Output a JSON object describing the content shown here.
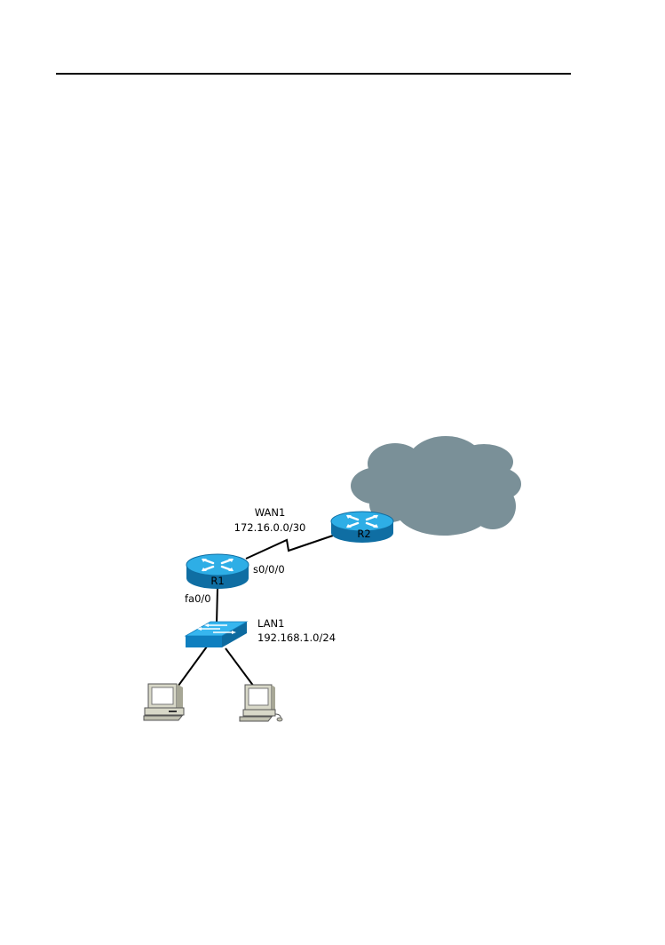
{
  "diagram": {
    "wan": {
      "name": "WAN1",
      "network": "172.16.0.0/30"
    },
    "lan": {
      "name": "LAN1",
      "network": "192.168.1.0/24"
    },
    "routers": {
      "r1": {
        "label": "R1"
      },
      "r2": {
        "label": "R2"
      }
    },
    "interfaces": {
      "serial": "s0/0/0",
      "fastethernet": "fa0/0"
    },
    "colors": {
      "router": "#1b8fc8",
      "router_top": "#2eaee6",
      "switch": "#1b9ad6",
      "cloud": "#7a9098",
      "link": "#000000",
      "pc": "#cfcfc0"
    },
    "icons": [
      "router-icon",
      "switch-icon",
      "cloud-icon",
      "pc-icon"
    ]
  }
}
